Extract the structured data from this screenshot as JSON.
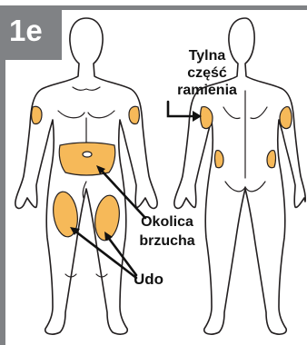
{
  "step_badge": "1e",
  "labels": {
    "upper_arm_line1": "Tylna",
    "upper_arm_line2": "część",
    "upper_arm_line3": "ramienia",
    "abdomen_line1": "Okolica",
    "abdomen_line2": "brzucha",
    "thigh": "Udo"
  },
  "colors": {
    "injection_site": "#f6b959",
    "frame": "#808285",
    "outline": "#231f20"
  }
}
